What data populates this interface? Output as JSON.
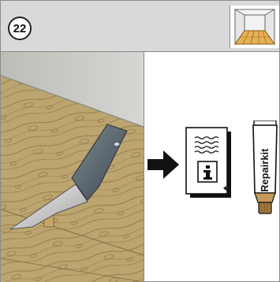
{
  "step": {
    "number": "22"
  },
  "icons": {
    "room": "room-wood-floor-icon",
    "arrow": "arrow-right-icon",
    "document": "instruction-document-icon",
    "info": "info-icon",
    "tube": "repair-tube-icon",
    "scraper": "putty-knife-illustration"
  },
  "repair_kit": {
    "label": "Repairkit"
  },
  "colors": {
    "header_bg": "#d9d9d9",
    "wall": "#c9c9c4",
    "floor": "#b8a06a",
    "tube_cap": "#a57a3d"
  }
}
